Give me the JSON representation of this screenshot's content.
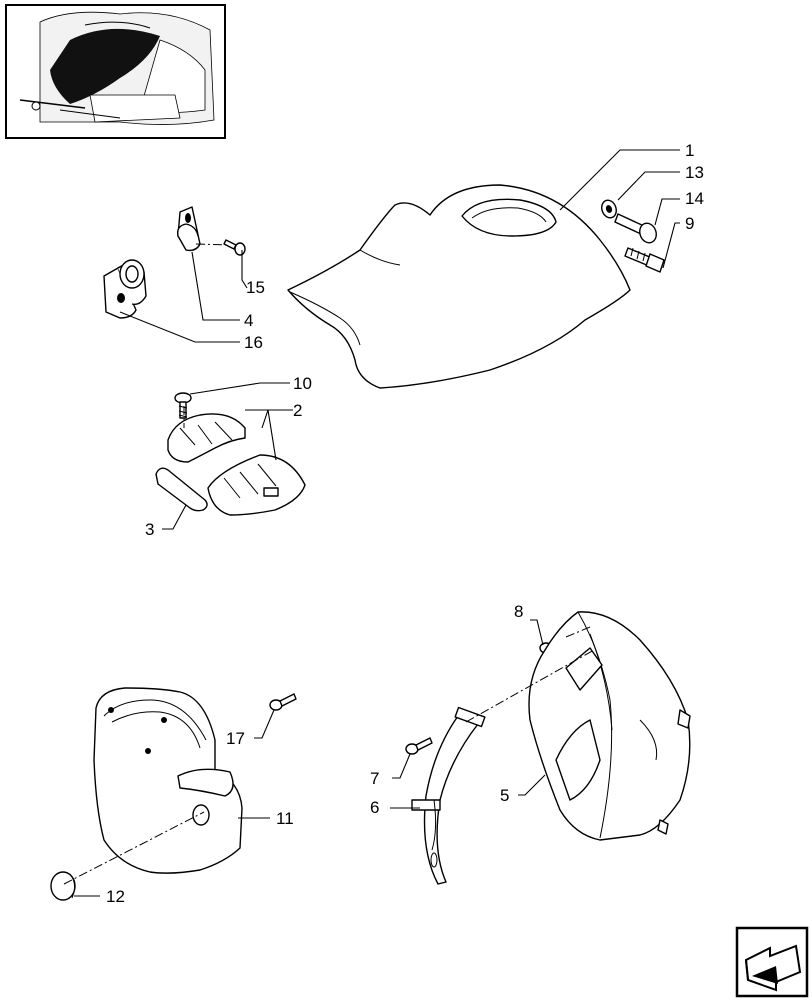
{
  "callouts": [
    {
      "id": "1",
      "text": "1"
    },
    {
      "id": "13",
      "text": "13"
    },
    {
      "id": "14",
      "text": "14"
    },
    {
      "id": "9",
      "text": "9"
    },
    {
      "id": "15",
      "text": "15"
    },
    {
      "id": "4",
      "text": "4"
    },
    {
      "id": "16",
      "text": "16"
    },
    {
      "id": "10",
      "text": "10"
    },
    {
      "id": "2",
      "text": "2"
    },
    {
      "id": "3",
      "text": "3"
    },
    {
      "id": "8",
      "text": "8"
    },
    {
      "id": "17",
      "text": "17"
    },
    {
      "id": "11",
      "text": "11"
    },
    {
      "id": "7",
      "text": "7"
    },
    {
      "id": "6",
      "text": "6"
    },
    {
      "id": "5",
      "text": "5"
    },
    {
      "id": "12",
      "text": "12"
    }
  ],
  "icons": {
    "thumbnail": "tractor-seat-thumbnail-icon",
    "nav": "next-page-arrow-icon"
  },
  "colors": {
    "line": "#000000",
    "background": "#ffffff",
    "shade": "#d9d9d9"
  }
}
